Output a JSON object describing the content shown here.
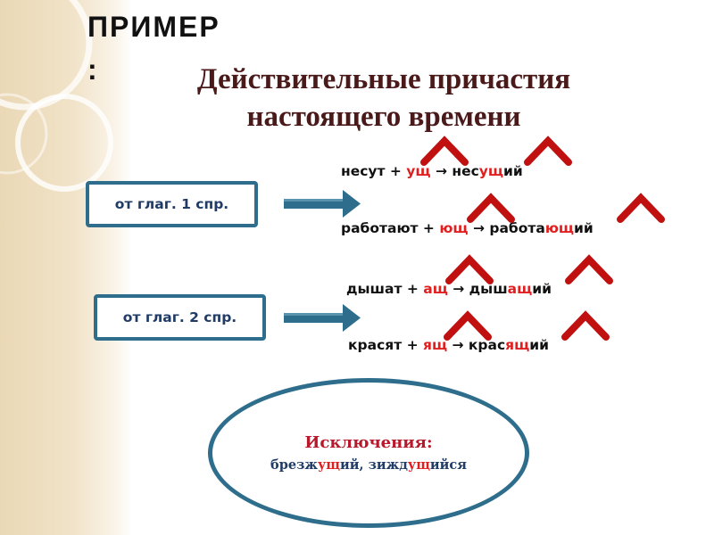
{
  "header": {
    "example_label": "ПРИМЕР",
    "example_colon": ":",
    "title_line1": "Действительные причастия",
    "title_line2": "настоящего времени"
  },
  "conjugation_boxes": {
    "first": "от глаг. 1 спр.",
    "second": "от глаг. 2 спр."
  },
  "examples": [
    {
      "stem": "несут +",
      "suffix": "ущ",
      "arrow": "→",
      "result_start": "нес",
      "result_suffix": "ущ",
      "result_end": "ий"
    },
    {
      "stem": "работают +",
      "suffix": "ющ",
      "arrow": "→",
      "result_start": "работа",
      "result_suffix": "ющ",
      "result_end": "ий"
    },
    {
      "stem": "дышат +",
      "suffix": "ащ",
      "arrow": "→",
      "result_start": "дыш",
      "result_suffix": "ащ",
      "result_end": "ий"
    },
    {
      "stem": "красят +",
      "suffix": "ящ",
      "arrow": "→",
      "result_start": "крас",
      "result_suffix": "ящ",
      "result_end": "ий"
    }
  ],
  "exceptions": {
    "title": "Исключения:",
    "word1_start": "брезж",
    "word1_suffix": "ущ",
    "word1_end": "ий, ",
    "word2_start": "зижд",
    "word2_suffix": "ущ",
    "word2_end": "ийся"
  },
  "colors": {
    "accent_red": "#e02020",
    "box_border": "#2e6e8c",
    "title_text": "#4a1a1a",
    "box_text": "#1f3b66"
  }
}
